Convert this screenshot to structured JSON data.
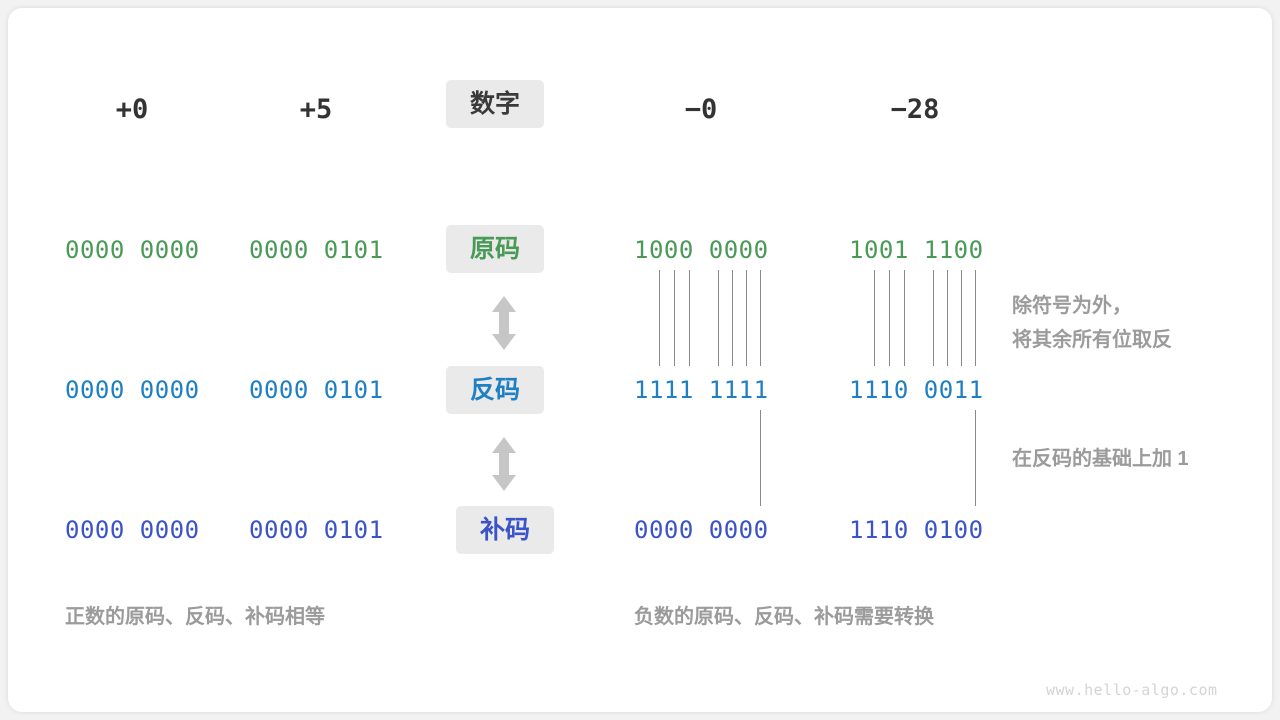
{
  "diagram": {
    "columns": [
      {
        "id": "pos-zero",
        "header": "+0"
      },
      {
        "id": "pos-five",
        "header": "+5"
      },
      {
        "id": "label",
        "header": "数字"
      },
      {
        "id": "neg-zero",
        "header": "−0"
      },
      {
        "id": "neg-28",
        "header": "−28"
      }
    ],
    "rows": [
      {
        "id": "true-form",
        "label": "原码",
        "color": "#4a9a57",
        "values": {
          "pos_zero": "0000 0000",
          "pos_five": "0000 0101",
          "neg_zero": "1000 0000",
          "neg_28": "1001 1100"
        }
      },
      {
        "id": "ones-complement",
        "label": "反码",
        "color": "#1f7fc4",
        "values": {
          "pos_zero": "0000 0000",
          "pos_five": "0000 0101",
          "neg_zero": "1111 1111",
          "neg_28": "1110 0011"
        }
      },
      {
        "id": "twos-complement",
        "label": "补码",
        "color": "#3a53c8",
        "values": {
          "pos_zero": "0000 0000",
          "pos_five": "0000 0101",
          "neg_zero": "0000 0000",
          "neg_28": "1110 0100"
        }
      }
    ],
    "annotations": {
      "invert_bits": "除符号为外，\n将其余所有位取反",
      "add_one": "在反码的基础上加  1"
    },
    "captions": {
      "positive": "正数的原码、反码、补码相等",
      "negative": "负数的原码、反码、补码需要转换"
    },
    "watermark": "www.hello-algo.com",
    "icons": {
      "arrow_updown": "arrow-up-down-icon"
    }
  }
}
